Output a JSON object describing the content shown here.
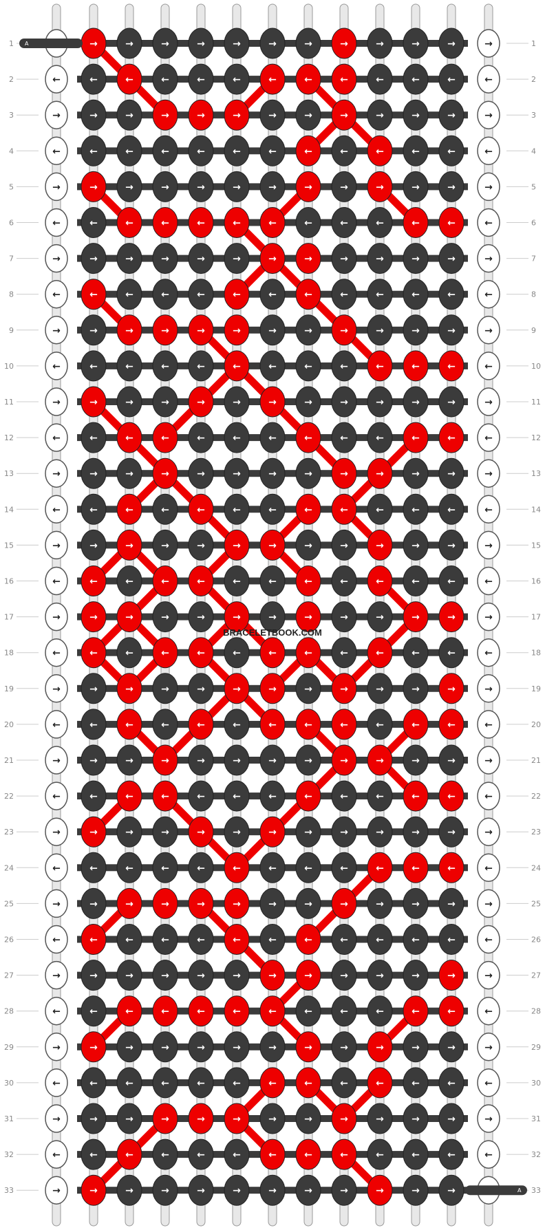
{
  "watermark": "BRACELETBOOK.COM",
  "end_tag": "A",
  "colors": {
    "A": "#3b3b3b",
    "B": "#ee0000",
    "edge": "#ffffff",
    "string": "#e8e8e8"
  },
  "row_numbers": [
    "1",
    "2",
    "3",
    "4",
    "5",
    "6",
    "7",
    "8",
    "9",
    "10",
    "11",
    "12",
    "13",
    "14",
    "15",
    "16",
    "17",
    "18",
    "19",
    "20",
    "21",
    "22",
    "23",
    "24",
    "25",
    "26",
    "27",
    "28",
    "29",
    "30",
    "31",
    "32",
    "33"
  ],
  "edge_arrows": [
    "→",
    "←",
    "→",
    "←",
    "→",
    "←",
    "→",
    "←",
    "→",
    "←",
    "→",
    "←",
    "→",
    "←",
    "→",
    "←",
    "→",
    "←",
    "→",
    "←",
    "→",
    "←",
    "→",
    "←",
    "→",
    "←",
    "→",
    "←",
    "→",
    "←",
    "→",
    "←",
    "→"
  ],
  "knot_colors": [
    "BAAAAAABAAA",
    "ABAAABBBAAA",
    "AABBBAABAAA",
    "AAAAAABABAA",
    "BAAAAABABAA",
    "ABBBBBAAABB",
    "AAAAABBAAAA",
    "BAAABABAAAA",
    "ABBBBAABAAA",
    "AAAABAAABBB",
    "BAABABAAAAA",
    "ABBAAABAABB",
    "AABAAAABBAA",
    "ABABAABBAAA",
    "ABAABBAABAA",
    "BABBAABABAA",
    "BBAABABAABB",
    "BABBABBABAA",
    "ABAABBABAAB",
    "ABABABBBABB",
    "AABAAAABBAA",
    "ABBAAABAABB",
    "BAABABAAAAA",
    "AAAABAAABBB",
    "ABBBBAABAAA",
    "BAAABABAAAA",
    "AAAAABBAAAB",
    "ABBBBBAAABB",
    "BAAAAABABAA",
    "AAAAABBABAA",
    "AABBBAABAAA",
    "ABAAABBBAAA",
    "BAAAAAAABAA"
  ]
}
